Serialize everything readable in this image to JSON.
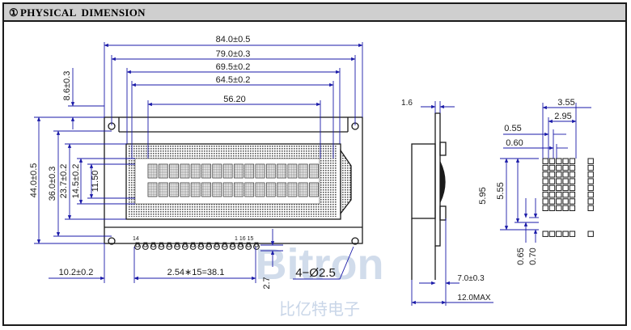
{
  "header": {
    "number": "①",
    "word1": "PHYSICAL",
    "word2": "DIMENSION"
  },
  "dims": {
    "w840": "84.0±0.5",
    "w790": "79.0±0.3",
    "w695": "69.5±0.2",
    "w645": "64.5±0.2",
    "w562": "56.20",
    "h86": "8.6±0.3",
    "h440": "44.0±0.5",
    "h360": "36.0±0.3",
    "h237": "23.7±0.2",
    "h145": "14.5±0.2",
    "h115": "11.50",
    "left102": "10.2±0.2",
    "pitch": "2.54∗15=38.1",
    "hole": "4−Ø2.5",
    "h27": "2.7",
    "side16": "1.6",
    "side70": "7.0±0.3",
    "side120": "12.0MAX",
    "d355": "3.55",
    "d295": "2.95",
    "d055": "0.55",
    "d060": "0.60",
    "d595": "5.95",
    "d555": "5.55",
    "d065": "0.65",
    "d070": "0.70"
  },
  "pins": {
    "left": "14",
    "right": "1 16 15"
  },
  "watermark": {
    "brand": "Bitron",
    "chinese": "比亿特电子"
  },
  "colors": {
    "dimension": "#1a1aa8",
    "outline": "#1a1a1a",
    "dots": "#555555",
    "watermark": "#c9d6e8"
  }
}
